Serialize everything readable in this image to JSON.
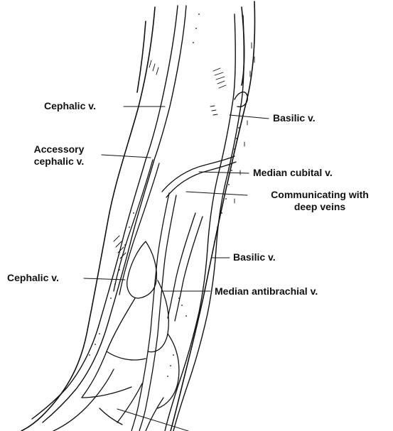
{
  "labels": {
    "cephalic_upper": "Cephalic v.",
    "basilic_upper": "Basilic v.",
    "accessory_cephalic_line1": "Accessory",
    "accessory_cephalic_line2": "cephalic v.",
    "median_cubital": "Median cubital v.",
    "communicating_line1": "Communicating with",
    "communicating_line2": "deep veins",
    "basilic_lower": "Basilic v.",
    "cephalic_lower": "Cephalic v.",
    "median_antibrachial": "Median antibrachial v."
  },
  "colors": {
    "ink": "#111111",
    "background": "#ffffff"
  }
}
